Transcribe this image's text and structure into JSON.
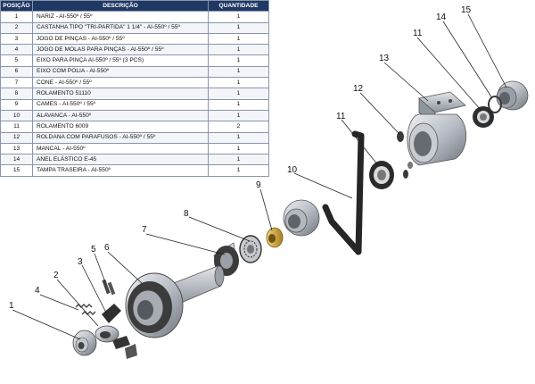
{
  "table": {
    "headers": [
      "POSIÇÃO",
      "DESCRIÇÃO",
      "QUANTIDADE"
    ],
    "rows": [
      {
        "pos": "1",
        "desc": "NARIZ - AI-550º / 55º",
        "qty": "1"
      },
      {
        "pos": "2",
        "desc": "CASTANHA TIPO \"TRI-PARTIDA\" 1 1/4\" - AI-550º / 55º",
        "qty": "1"
      },
      {
        "pos": "3",
        "desc": "JOGO DE PINÇAS - AI-550º / 55º",
        "qty": "1"
      },
      {
        "pos": "4",
        "desc": "JOGO DE MOLAS PARA PINÇAS - AI-550º / 55º",
        "qty": "1"
      },
      {
        "pos": "5",
        "desc": "EIXO PARA PINÇA AI-550º / 55º (3 PCS)",
        "qty": "1"
      },
      {
        "pos": "6",
        "desc": "EIXO COM POLIA - AI-550º",
        "qty": "1"
      },
      {
        "pos": "7",
        "desc": "CONE - AI-550º / 55º",
        "qty": "1"
      },
      {
        "pos": "8",
        "desc": "ROLAMENTO 51110",
        "qty": "1"
      },
      {
        "pos": "9",
        "desc": "CAMES - AI-550º / 55º",
        "qty": "1"
      },
      {
        "pos": "10",
        "desc": "ALAVANCA - AI-550º",
        "qty": "1"
      },
      {
        "pos": "11",
        "desc": "ROLAMENTO 6009",
        "qty": "2"
      },
      {
        "pos": "12",
        "desc": "ROLDANA COM PARAFUSOS - AI-550º / 55º",
        "qty": "1"
      },
      {
        "pos": "13",
        "desc": "MANCAL - AI-550º",
        "qty": "1"
      },
      {
        "pos": "14",
        "desc": "ANEL ELÁSTICO E-45",
        "qty": "1"
      },
      {
        "pos": "15",
        "desc": "TAMPA TRASEIRA - AI-550º",
        "qty": "1"
      }
    ]
  },
  "callouts": [
    "1",
    "2",
    "3",
    "4",
    "5",
    "6",
    "7",
    "8",
    "9",
    "10",
    "11",
    "11",
    "12",
    "13",
    "14",
    "15"
  ],
  "colors": {
    "header_bg": "#203864",
    "header_text": "#ffffff",
    "border": "#8a96ad",
    "part_metal": "#b9bec6",
    "part_dark": "#2a2a2a",
    "bronze": "#c9a23a"
  }
}
